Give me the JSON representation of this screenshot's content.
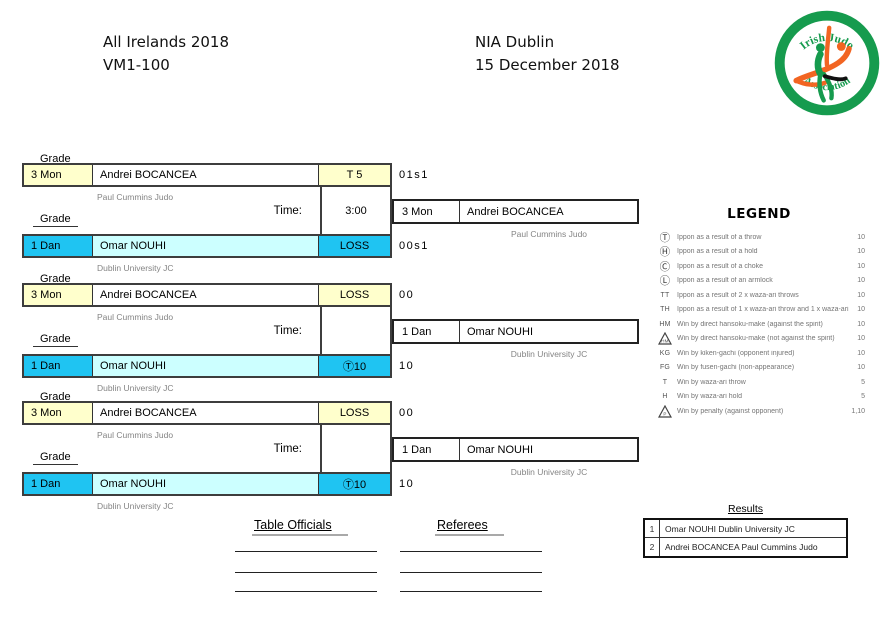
{
  "header": {
    "title_line1": "All Irelands 2018",
    "title_line2": "VM1-100",
    "venue": "NIA Dublin",
    "date": "15 December 2018",
    "logo_top_text": "Irish Judo",
    "logo_bottom_text": "Association",
    "logo_green": "#169B4E",
    "logo_orange": "#F26522"
  },
  "labels": {
    "grade": "Grade",
    "time": "Time:"
  },
  "colors": {
    "player1_strong": "#FFFFCC",
    "player1_light": "#FFFFFF",
    "player2_strong": "#1FC4F2",
    "player2_light": "#CCFFFF"
  },
  "matches": [
    {
      "p1": {
        "grade": "3 Mon",
        "name": "Andrei BOCANCEA",
        "club": "Paul Cummins Judo",
        "score_cell": "T 5",
        "score_out": "01s1"
      },
      "time": "3:00",
      "p2": {
        "grade": "1 Dan",
        "name": "Omar NOUHI",
        "club": "Dublin University JC",
        "score_cell": "LOSS",
        "score_out": "00s1"
      },
      "winner": {
        "grade": "3 Mon",
        "name": "Andrei BOCANCEA",
        "club": "Paul Cummins Judo"
      }
    },
    {
      "p1": {
        "grade": "3 Mon",
        "name": "Andrei BOCANCEA",
        "club": "Paul Cummins Judo",
        "score_cell": "LOSS",
        "score_out": "00"
      },
      "time": "",
      "p2": {
        "grade": "1 Dan",
        "name": "Omar NOUHI",
        "club": "Dublin University JC",
        "score_cell": "Ⓣ10",
        "score_out": "10"
      },
      "winner": {
        "grade": "1 Dan",
        "name": "Omar NOUHI",
        "club": "Dublin University JC"
      }
    },
    {
      "p1": {
        "grade": "3 Mon",
        "name": "Andrei BOCANCEA",
        "club": "Paul Cummins Judo",
        "score_cell": "LOSS",
        "score_out": "00"
      },
      "time": "",
      "p2": {
        "grade": "1 Dan",
        "name": "Omar NOUHI",
        "club": "Dublin University JC",
        "score_cell": "Ⓣ10",
        "score_out": "10"
      },
      "winner": {
        "grade": "1 Dan",
        "name": "Omar NOUHI",
        "club": "Dublin University JC"
      }
    }
  ],
  "legend": {
    "title": "LEGEND",
    "rows": [
      {
        "icon": "Ⓣ",
        "text": "Ippon as a result of a throw",
        "points": "10"
      },
      {
        "icon": "Ⓗ",
        "text": "Ippon as a result of a hold",
        "points": "10"
      },
      {
        "icon": "Ⓒ",
        "text": "Ippon as a result of a choke",
        "points": "10"
      },
      {
        "icon": "Ⓛ",
        "text": "Ippon as a result of an armlock",
        "points": "10"
      },
      {
        "icon": "TT",
        "text": "Ippon as a result of 2 x waza-ari throws",
        "points": "10"
      },
      {
        "icon": "TH",
        "text": "Ippon as a result of 1 x waza-ari throw and 1 x waza-ari hold",
        "points": "10"
      },
      {
        "icon": "HM",
        "text": "Win by direct hansoku-make (against the spirit)",
        "points": "10"
      },
      {
        "icon": "HM",
        "text": "Win by direct hansoku-make (not against the spirit)",
        "points": "10"
      },
      {
        "icon": "KG",
        "text": "Win by kiken-gachi (opponent injured)",
        "points": "10"
      },
      {
        "icon": "FG",
        "text": "Win by fusen-gachi (non-appearance)",
        "points": "10"
      },
      {
        "icon": "T",
        "text": "Win by waza-ari throw",
        "points": "5"
      },
      {
        "icon": "H",
        "text": "Win by waza-ari hold",
        "points": "5"
      },
      {
        "icon": "P",
        "text": "Win by penalty (against opponent)",
        "points": "1,10"
      }
    ]
  },
  "results": {
    "title": "Results",
    "rows": [
      {
        "rank": "1",
        "text": "Omar NOUHI Dublin University JC"
      },
      {
        "rank": "2",
        "text": "Andrei BOCANCEA Paul Cummins Judo"
      }
    ]
  },
  "officials": {
    "table_officials": "Table Officials",
    "referees": "Referees"
  }
}
